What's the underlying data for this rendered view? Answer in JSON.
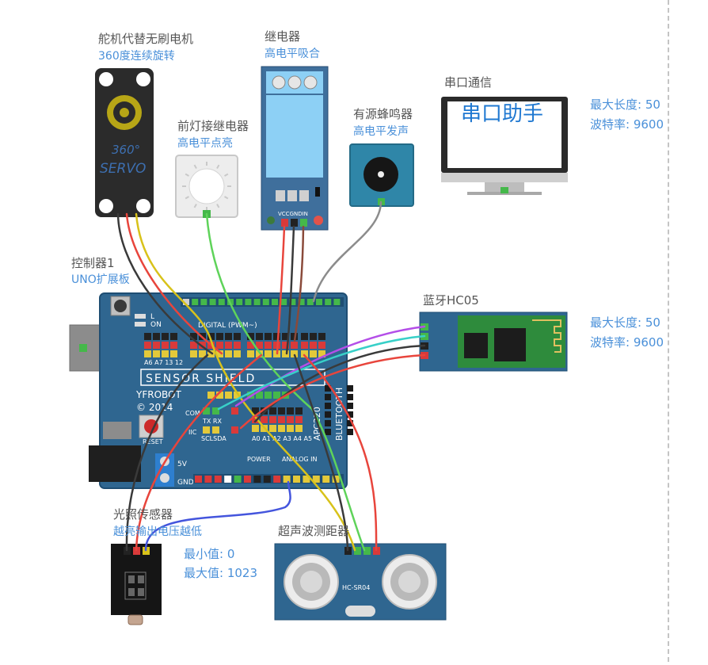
{
  "canvas": {
    "divider": "dashed-vertical-line"
  },
  "components": {
    "servo": {
      "title": "舵机代替无刷电机",
      "subtitle": "360度连续旋转",
      "face_top": "360°",
      "face_bottom": "SERVO"
    },
    "headlight": {
      "title": "前灯接继电器",
      "subtitle": "高电平点亮"
    },
    "relay": {
      "title": "继电器",
      "subtitle": "高电平吸合",
      "pins": "VCCGNDIN"
    },
    "buzzer": {
      "title": "有源蜂鸣器",
      "subtitle": "高电平发声"
    },
    "serial": {
      "title": "串口通信",
      "screen_text": "串口助手",
      "max_length": "最大长度: 50",
      "baud_rate": "波特率: 9600"
    },
    "controller": {
      "title": "控制器1",
      "subtitle": "UNO扩展板",
      "labels": {
        "digital": "DIGITAL (PWM~)",
        "sensor_shield": "SENSOR SHIELD",
        "brand": "YFROBOT",
        "year": "© 2014",
        "reset": "RESET",
        "bluetooth": "BLUETOOTH",
        "apc220": "APC220",
        "analog_in": "ANALOG IN",
        "power": "POWER",
        "v5": "5V",
        "gnd": "GND",
        "com": "COM",
        "iic": "IIC",
        "sclsda": "SCLSDA",
        "txrx": "TX RX",
        "a_pins": "A0 A1 A2 A3 A4 A5",
        "a_side": "A6 A7 13 12",
        "l": "L",
        "on": "ON"
      }
    },
    "bluetooth": {
      "title": "蓝牙HC05",
      "max_length": "最大长度: 50",
      "baud_rate": "波特率: 9600"
    },
    "light_sensor": {
      "title": "光照传感器",
      "subtitle": "越亮输出电压越低",
      "min_value": "最小值: 0",
      "max_value": "最大值: 1023"
    },
    "ultrasonic": {
      "title": "超声波测距器",
      "model": "HC-SR04"
    }
  },
  "colors": {
    "board": "#2f6690",
    "board_dark": "#1f4e73",
    "pin_green": "#45b84a",
    "pin_red": "#d93a3a",
    "wire_red": "#e8453c",
    "wire_black": "#3a3a3a",
    "wire_yellow": "#d8c21a",
    "wire_green": "#5fd35a",
    "wire_gray": "#8c8c8c",
    "wire_purple": "#b44ee8",
    "wire_cyan": "#38d0c8",
    "wire_blue": "#4455dd",
    "wire_brown": "#8a4a3a",
    "accent_text": "#4a90d9",
    "label_text": "#555555"
  }
}
